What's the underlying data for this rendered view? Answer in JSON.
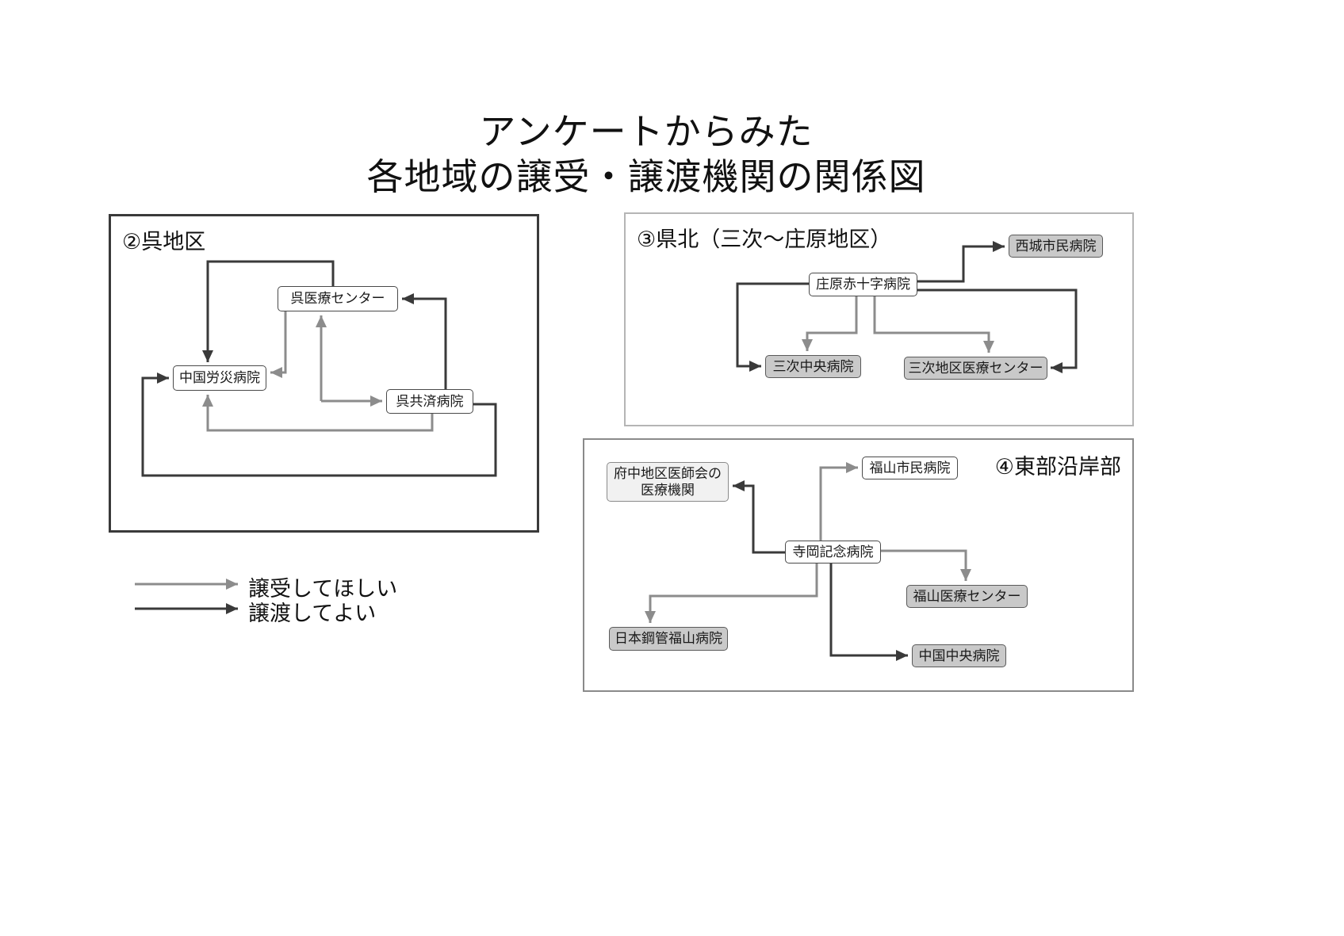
{
  "title": {
    "line1": "アンケートからみた",
    "line2": "各地域の譲受・譲渡機関の関係図"
  },
  "colors": {
    "receive_arrow": "#8c8c8c",
    "transfer_arrow": "#3a3a3a",
    "node_gray_fill": "#c9c9c9",
    "node_white_fill": "#ffffff",
    "node_light_fill": "#f1f1f1"
  },
  "legend": {
    "items": [
      {
        "label": "譲受してほしい",
        "arrow": "gray"
      },
      {
        "label": "譲渡してよい",
        "arrow": "dark"
      }
    ]
  },
  "panels": [
    {
      "id": "kure",
      "label": "②呉地区",
      "nodes": [
        {
          "id": "kure-medical-center",
          "label": "呉医療センター",
          "fill": "white"
        },
        {
          "id": "chugoku-rosai-hospital",
          "label": "中国労災病院",
          "fill": "white"
        },
        {
          "id": "kure-kyosai-hospital",
          "label": "呉共済病院",
          "fill": "white"
        }
      ],
      "edges": [
        {
          "from": "呉医療センター",
          "to": "中国労災病院",
          "type": "譲渡してよい"
        },
        {
          "from": "呉共済病院",
          "to": "呉医療センター",
          "type": "譲渡してよい"
        },
        {
          "from": "呉共済病院",
          "to": "中国労災病院",
          "type": "譲渡してよい"
        },
        {
          "from": "呉医療センター",
          "to": "中国労災病院",
          "type": "譲受してほしい"
        },
        {
          "from": "呉医療センター",
          "to": "呉共済病院",
          "type": "譲受してほしい"
        },
        {
          "from": "呉共済病院",
          "to": "呉医療センター",
          "type": "譲受してほしい"
        },
        {
          "from": "呉共済病院",
          "to": "中国労災病院",
          "type": "譲受してほしい"
        }
      ]
    },
    {
      "id": "kenhoku",
      "label": "③県北（三次〜庄原地区）",
      "nodes": [
        {
          "id": "shobara-redcross-hospital",
          "label": "庄原赤十字病院",
          "fill": "white"
        },
        {
          "id": "saijo-municipal-hospital",
          "label": "西城市民病院",
          "fill": "gray"
        },
        {
          "id": "miyoshi-central-hospital",
          "label": "三次中央病院",
          "fill": "gray"
        },
        {
          "id": "miyoshi-district-medical-center",
          "label": "三次地区医療センター",
          "fill": "gray"
        }
      ],
      "edges": [
        {
          "from": "庄原赤十字病院",
          "to": "西城市民病院",
          "type": "譲渡してよい"
        },
        {
          "from": "庄原赤十字病院",
          "to": "三次中央病院",
          "type": "譲渡してよい"
        },
        {
          "from": "庄原赤十字病院",
          "to": "三次地区医療センター",
          "type": "譲渡してよい"
        },
        {
          "from": "庄原赤十字病院",
          "to": "三次中央病院",
          "type": "譲受してほしい"
        },
        {
          "from": "庄原赤十字病院",
          "to": "三次地区医療センター",
          "type": "譲受してほしい"
        }
      ]
    },
    {
      "id": "tobu",
      "label": "④東部沿岸部",
      "nodes": [
        {
          "id": "fuchu-district-medical-assoc",
          "line1": "府中地区医師会の",
          "line2": "医療機関",
          "label": "府中地区医師会の医療機関",
          "fill": "light"
        },
        {
          "id": "fukuyama-municipal-hospital",
          "label": "福山市民病院",
          "fill": "white"
        },
        {
          "id": "teraoka-memorial-hospital",
          "label": "寺岡記念病院",
          "fill": "white"
        },
        {
          "id": "fukuyama-medical-center",
          "label": "福山医療センター",
          "fill": "gray"
        },
        {
          "id": "nkk-fukuyama-hospital",
          "label": "日本鋼管福山病院",
          "fill": "gray"
        },
        {
          "id": "chugoku-central-hospital",
          "label": "中国中央病院",
          "fill": "gray"
        }
      ],
      "edges": [
        {
          "from": "寺岡記念病院",
          "to": "府中地区医師会の医療機関",
          "type": "譲渡してよい"
        },
        {
          "from": "寺岡記念病院",
          "to": "中国中央病院",
          "type": "譲渡してよい"
        },
        {
          "from": "寺岡記念病院",
          "to": "福山市民病院",
          "type": "譲受してほしい"
        },
        {
          "from": "寺岡記念病院",
          "to": "福山医療センター",
          "type": "譲受してほしい"
        },
        {
          "from": "寺岡記念病院",
          "to": "日本鋼管福山病院",
          "type": "譲受してほしい"
        }
      ]
    }
  ]
}
